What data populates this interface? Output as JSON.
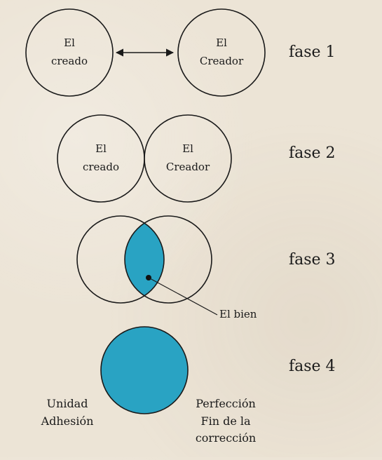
{
  "colors": {
    "background": "#ece4d6",
    "stroke": "#1a1a1a",
    "highlight": "#29a3c3"
  },
  "phase1": {
    "left_line1": "El",
    "left_line2": "creado",
    "right_line1": "El",
    "right_line2": "Creador",
    "label": "fase 1"
  },
  "phase2": {
    "left_line1": "El",
    "left_line2": "creado",
    "right_line1": "El",
    "right_line2": "Creador",
    "label": "fase 2"
  },
  "phase3": {
    "callout": "El bien",
    "label": "fase 3"
  },
  "phase4": {
    "left_line1": "Unidad",
    "left_line2": "Adhesión",
    "right_line1": "Perfección",
    "right_line2": "Fin de la",
    "right_line3": "corrección",
    "label": "fase 4"
  }
}
